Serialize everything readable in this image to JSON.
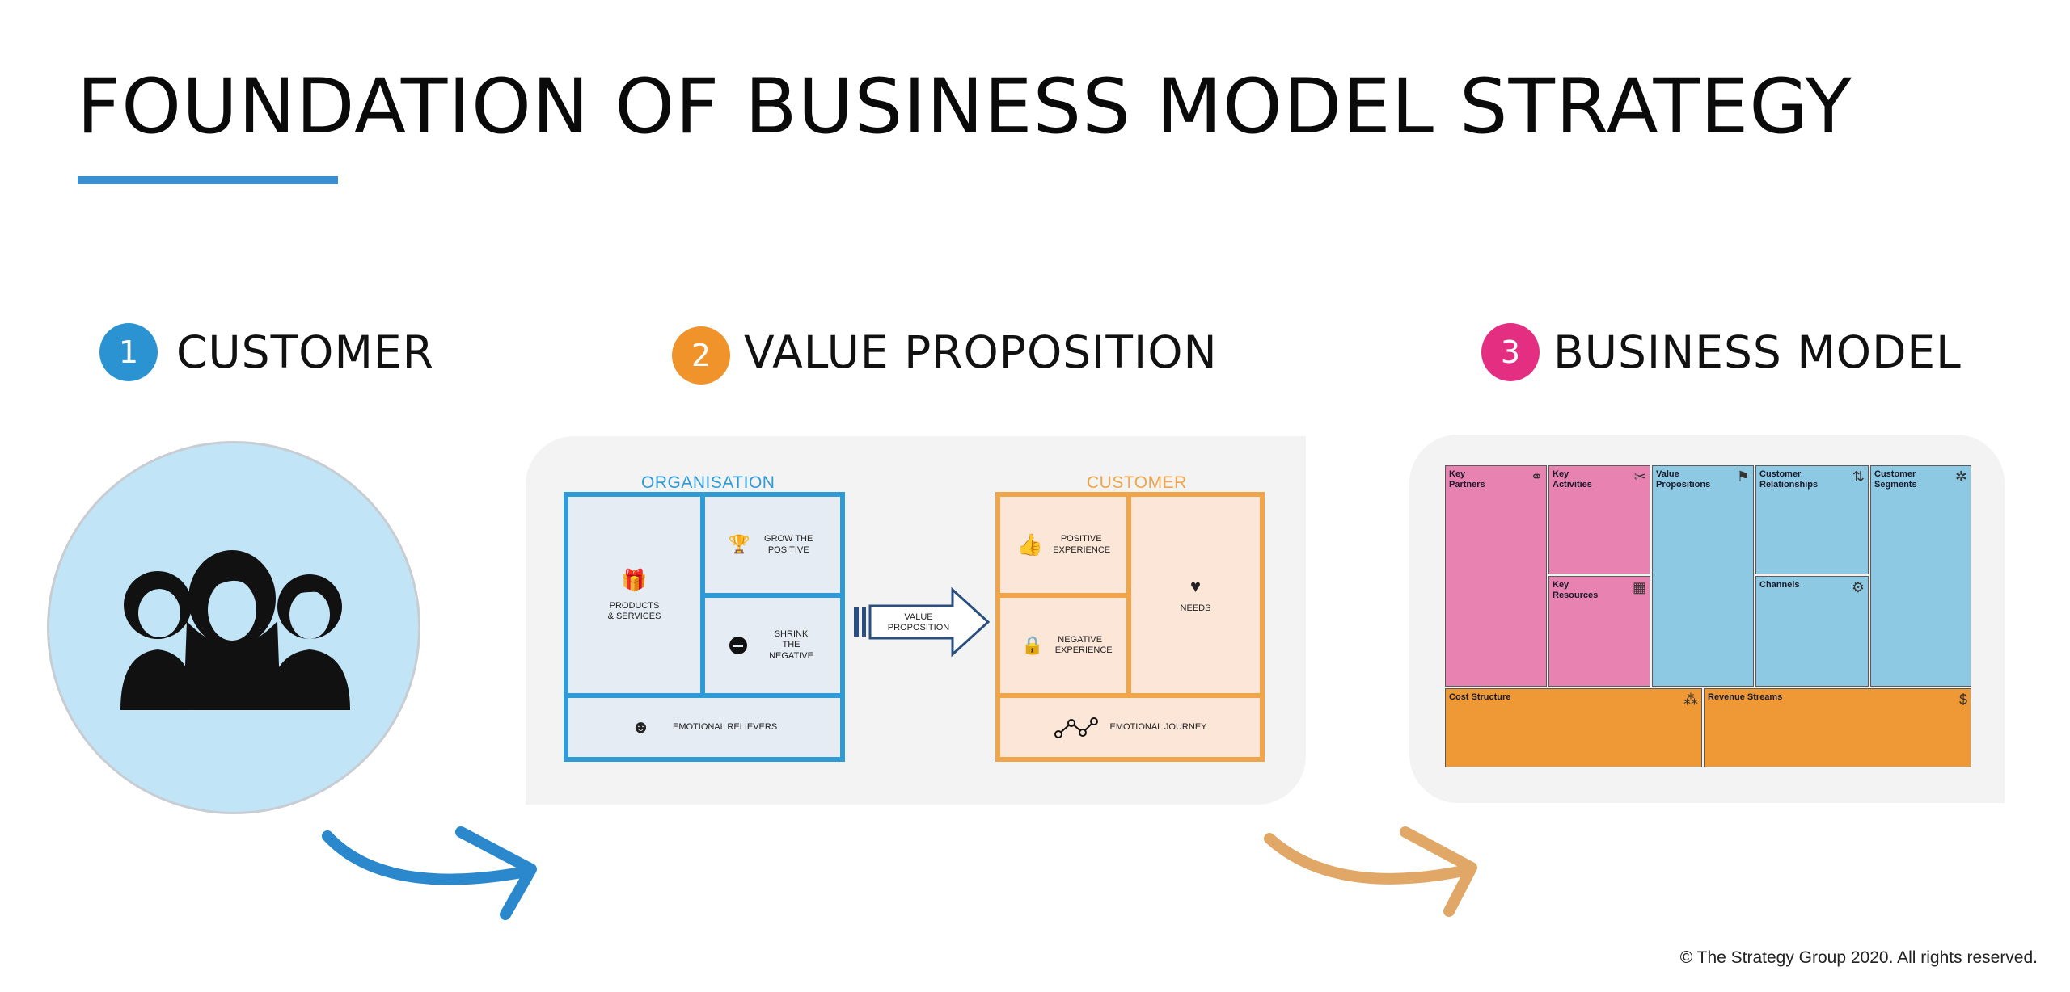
{
  "title": "FOUNDATION OF BUSINESS MODEL STRATEGY",
  "steps": [
    {
      "number": "1",
      "label": "CUSTOMER",
      "color": "#2b93d1"
    },
    {
      "number": "2",
      "label": "VALUE PROPOSITION",
      "color": "#f0932b"
    },
    {
      "number": "3",
      "label": "BUSINESS MODEL",
      "color": "#e42e82"
    }
  ],
  "value_proposition": {
    "organisation_label": "ORGANISATION",
    "customer_label": "CUSTOMER",
    "products_services": "PRODUCTS & SERVICES",
    "grow_positive": "GROW THE POSITIVE",
    "shrink_negative": "SHRINK THE NEGATIVE",
    "emotional_relievers": "EMOTIONAL RELIEVERS",
    "arrow_label": "VALUE PROPOSITION",
    "positive_experience": "POSITIVE EXPERIENCE",
    "negative_experience": "NEGATIVE EXPERIENCE",
    "needs": "NEEDS",
    "emotional_journey": "EMOTIONAL JOURNEY"
  },
  "business_model_canvas": {
    "key_partners": "Key Partners",
    "key_activities": "Key Activities",
    "key_resources": "Key Resources",
    "value_propositions": "Value Propositions",
    "customer_relationships": "Customer Relationships",
    "channels": "Channels",
    "customer_segments": "Customer Segments",
    "cost_structure": "Cost Structure",
    "revenue_streams": "Revenue Streams"
  },
  "colors": {
    "accent_blue": "#3a8fd0",
    "org_blue": "#2e9ad6",
    "customer_orange": "#f0a54a",
    "bmc_pink": "#e882b0",
    "bmc_blue": "#8ec9e3",
    "bmc_orange": "#ee9936"
  },
  "copyright": "© The Strategy Group 2020. All rights reserved."
}
